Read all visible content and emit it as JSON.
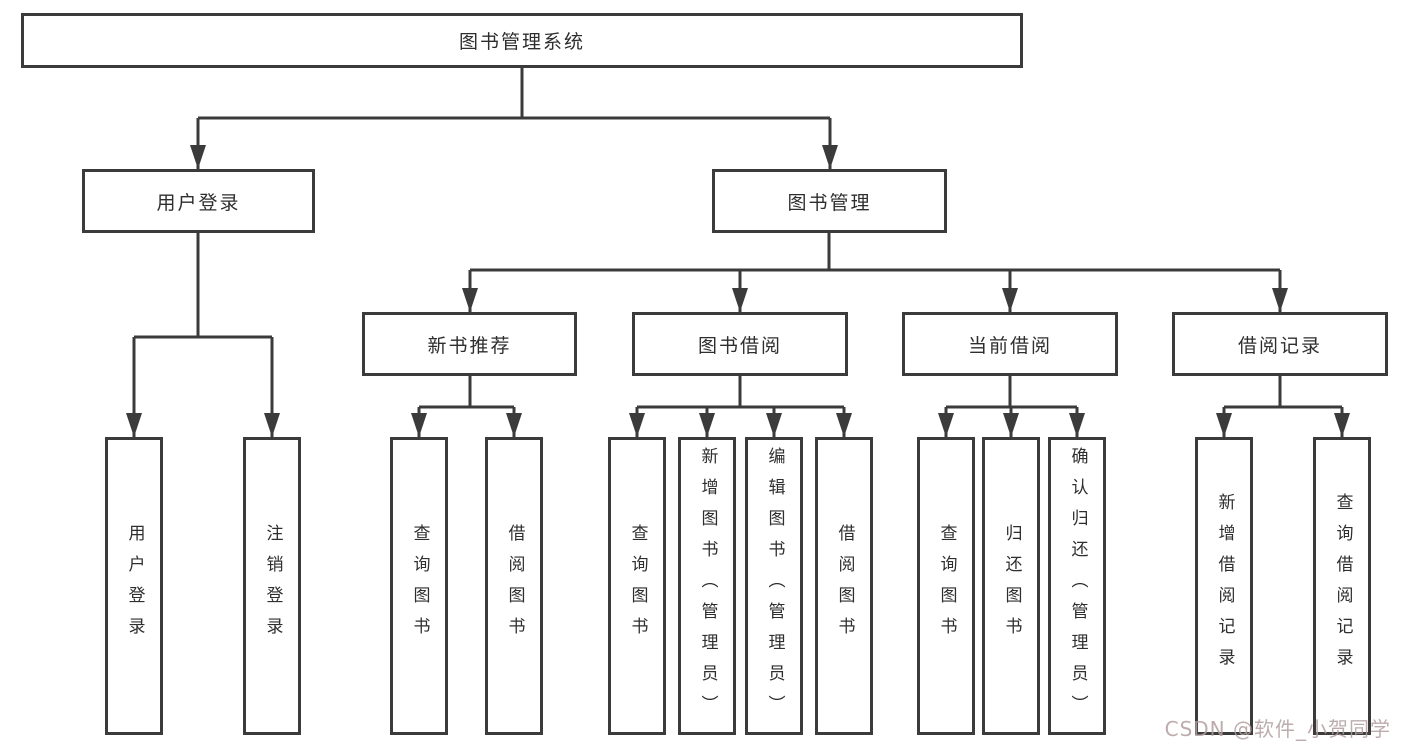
{
  "diagram": {
    "type": "hierarchy-tree",
    "title": "图书管理系统"
  },
  "tree": {
    "root": {
      "label": "图书管理系统",
      "children": [
        {
          "label": "用户登录",
          "children": [
            {
              "label": "用户登录"
            },
            {
              "label": "注销登录"
            }
          ]
        },
        {
          "label": "图书管理",
          "children": [
            {
              "label": "新书推荐",
              "children": [
                {
                  "label": "查询图书"
                },
                {
                  "label": "借阅图书"
                }
              ]
            },
            {
              "label": "图书借阅",
              "children": [
                {
                  "label": "查询图书"
                },
                {
                  "label": "新增图书（管理员）"
                },
                {
                  "label": "编辑图书（管理员）"
                },
                {
                  "label": "借阅图书"
                }
              ]
            },
            {
              "label": "当前借阅",
              "children": [
                {
                  "label": "查询图书"
                },
                {
                  "label": "归还图书"
                },
                {
                  "label": "确认归还（管理员）"
                }
              ]
            },
            {
              "label": "借阅记录",
              "children": [
                {
                  "label": "新增借阅记录"
                },
                {
                  "label": "查询借阅记录"
                }
              ]
            }
          ]
        }
      ]
    }
  },
  "watermark": "CSDN @软件_小贺同学",
  "colors": {
    "line": "#3b3b3b",
    "box_border": "#3b3b3b",
    "box_fill": "#ffffff",
    "text": "#2e2e2e",
    "watermark": "#b29e9e",
    "background": "#ffffff"
  }
}
